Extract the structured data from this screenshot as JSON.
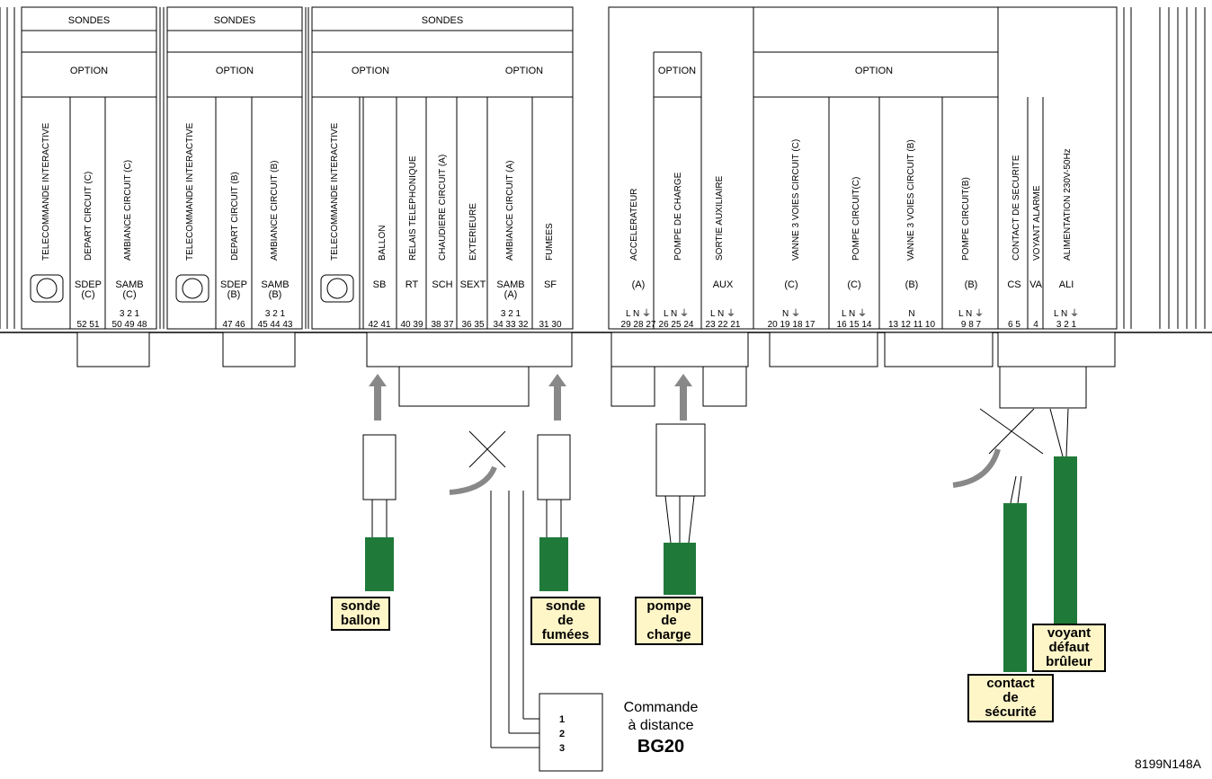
{
  "columns": [
    {
      "id": "tel1",
      "top": [
        "SONDES",
        "OPTION"
      ],
      "label": "TELECOMMANDE INTERACTIVE"
    },
    {
      "id": "depc",
      "label": "DEPART     CIRCUIT (C)",
      "sym": "SDEP\n(C)",
      "terms": "52  51"
    },
    {
      "id": "ambc",
      "label": "AMBIANCE   CIRCUIT (C)",
      "sym": "SAMB\n(C)",
      "terms": "3  2  1\n50 49 48"
    },
    {
      "id": "tel2",
      "label": "TELECOMMANDE INTERACTIVE"
    },
    {
      "id": "depb",
      "label": "DEPART     CIRCUIT (B)",
      "sym": "SDEP\n(B)",
      "terms": "47  46"
    },
    {
      "id": "ambb",
      "label": "AMBIANCE   CIRCUIT (B)",
      "sym": "SAMB\n(B)",
      "terms": "3  2  1\n45 44 43"
    },
    {
      "id": "tel3",
      "label": "TELECOMMANDE INTERACTIVE"
    },
    {
      "id": "ballon",
      "label": "BALLON",
      "sym": "SB",
      "terms": "42  41"
    },
    {
      "id": "relais",
      "label": "RELAIS TELEPHONIQUE",
      "sym": "RT",
      "terms": "40  39"
    },
    {
      "id": "chaud",
      "label": "CHAUDIERE CIRCUIT (A)",
      "sym": "SCH",
      "terms": "38  37"
    },
    {
      "id": "ext",
      "label": "EXTERIEURE",
      "sym": "SEXT",
      "terms": "36  35"
    },
    {
      "id": "amba",
      "label": "AMBIANCE   CIRCUIT (A)",
      "sym": "SAMB\n(A)",
      "terms": "3  2  1\n34 33 32"
    },
    {
      "id": "fum",
      "label": "FUMEES",
      "sym": "SF",
      "terms": "31  30"
    },
    {
      "id": "accel",
      "label": "ACCELERATEUR",
      "sym": "(A)",
      "terms": "L  N  ⏚\n29 28 27"
    },
    {
      "id": "pompe",
      "label": "POMPE DE CHARGE",
      "terms": "L  N  ⏚\n26 25 24"
    },
    {
      "id": "aux",
      "label": "SORTIE AUXILIAIRE",
      "sym": "AUX",
      "terms": "L  N  ⏚\n23 22 21"
    },
    {
      "id": "vannec",
      "label": "VANNE 3 VOIES      CIRCUIT (C)",
      "sym": "(C)",
      "terms": "            N  ⏚\n20 19 18 17"
    },
    {
      "id": "pompec",
      "label": "POMPE CIRCUIT(C)",
      "sym": "(C)",
      "terms": "L  N  ⏚\n16 15 14"
    },
    {
      "id": "vanneb",
      "label": "VANNE 3 VOIES      CIRCUIT (B)",
      "sym": "(B)",
      "terms": "            N\n13 12 11 10"
    },
    {
      "id": "pompeb",
      "label": "POMPE CIRCUIT(B)",
      "sym": "(B)",
      "terms": "L  N  ⏚\n9   8   7"
    },
    {
      "id": "cs",
      "label": "CONTACT DE SECURITE",
      "sym": "CS",
      "terms": "6  5"
    },
    {
      "id": "va",
      "label": "VOYANT ALARME",
      "sym": "VA",
      "terms": "4"
    },
    {
      "id": "ali",
      "label": "ALIMENTATION 230V-50Hz",
      "sym": "ALI",
      "terms": "L  N  ⏚\n3   2   1"
    }
  ],
  "headers": {
    "sondes1": "SONDES",
    "option1": "OPTION",
    "sondes2": "SONDES",
    "option2": "OPTION",
    "sondes3": "SONDES",
    "option3a": "OPTION",
    "option3b": "OPTION",
    "option4": "OPTION",
    "option5": "OPTION"
  },
  "callouts": {
    "sonde_ballon": "sonde\nballon",
    "sonde_fumees": "sonde\nde\nfumées",
    "pompe_charge": "pompe\nde\ncharge",
    "voyant": "voyant\ndéfaut\nbrûleur",
    "contact": "contact\nde\nsécurité"
  },
  "remote": {
    "pins": [
      "1",
      "2",
      "3"
    ],
    "line1": "Commande",
    "line2": "à distance",
    "model": "BG20"
  },
  "reference": "8199N148A"
}
